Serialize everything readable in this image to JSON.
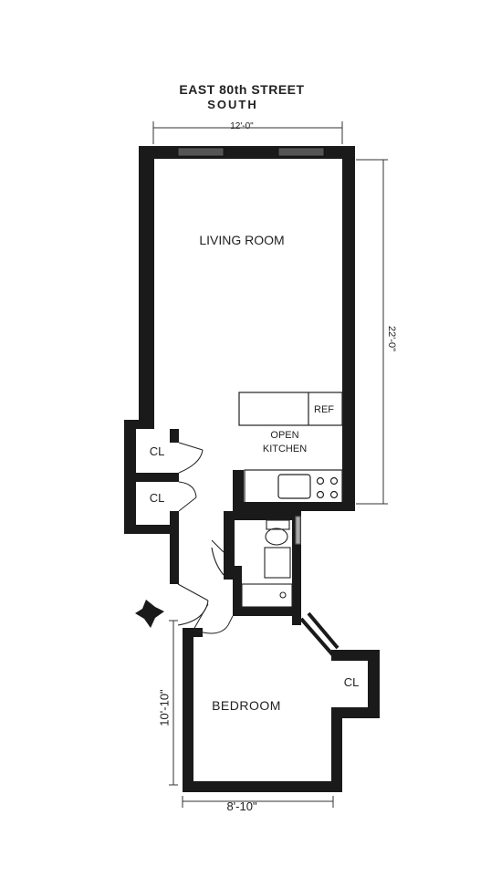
{
  "street_label": "EAST 80th STREET",
  "direction_label": "SOUTH",
  "dimensions": {
    "living_width": "12'-0\"",
    "living_length": "22'-0\"",
    "bedroom_width": "8'-10\"",
    "bedroom_length": "10'-10\""
  },
  "rooms": {
    "living": "LIVING ROOM",
    "kitchen": "OPEN KITCHEN",
    "refrigerator": "REF",
    "bedroom": "BEDROOM",
    "closet": "CL"
  },
  "colors": {
    "wall": "#1a1a1a",
    "line": "#333333",
    "background": "#ffffff"
  },
  "icons": [
    "compass-icon"
  ]
}
